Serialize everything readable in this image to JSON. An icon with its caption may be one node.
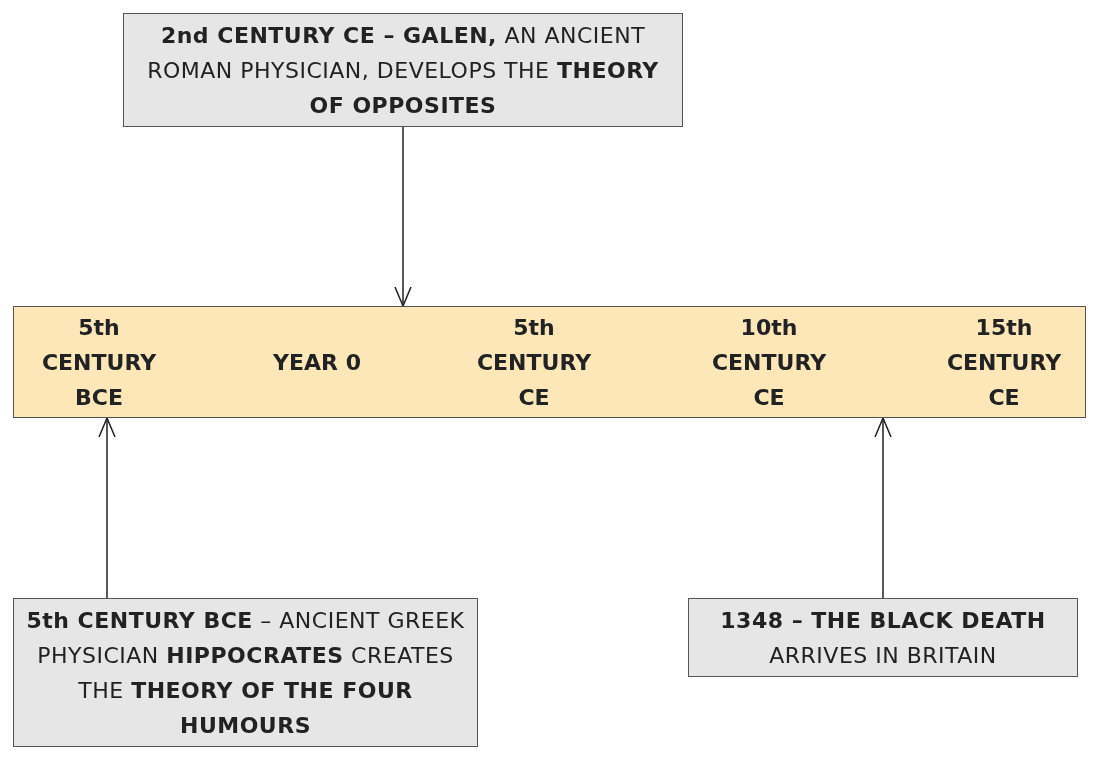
{
  "diagram": {
    "nodes": [
      {
        "text": [
          "**2nd CENTURY CE – GALEN,** AN ANCIENT ROMAN PHYSICIAN, DEVELOPS THE **THEORY OF OPPOSITES**"
        ]
      },
      {
        "text": [
          "5th CENTURY BCE",
          "YEAR 0",
          "5th CENTURY CE",
          "10th CENTURY CE",
          "15th CENTURY CE"
        ]
      },
      {
        "text": [
          "**5th CENTURY BCE** – ANCIENT GREEK PHYSICIAN **HIPPOCRATES** CREATES THE **THEORY OF THE FOUR HUMOURS**"
        ]
      },
      {
        "text": [
          "**1348 – THE BLACK DEATH** ARRIVES IN BRITAIN"
        ]
      }
    ],
    "edges": [
      {
        "from": 0,
        "to": 1,
        "arrow": "to"
      },
      {
        "from": 2,
        "to": 1,
        "arrow": "to"
      },
      {
        "from": 3,
        "to": 1,
        "arrow": "to"
      }
    ]
  }
}
